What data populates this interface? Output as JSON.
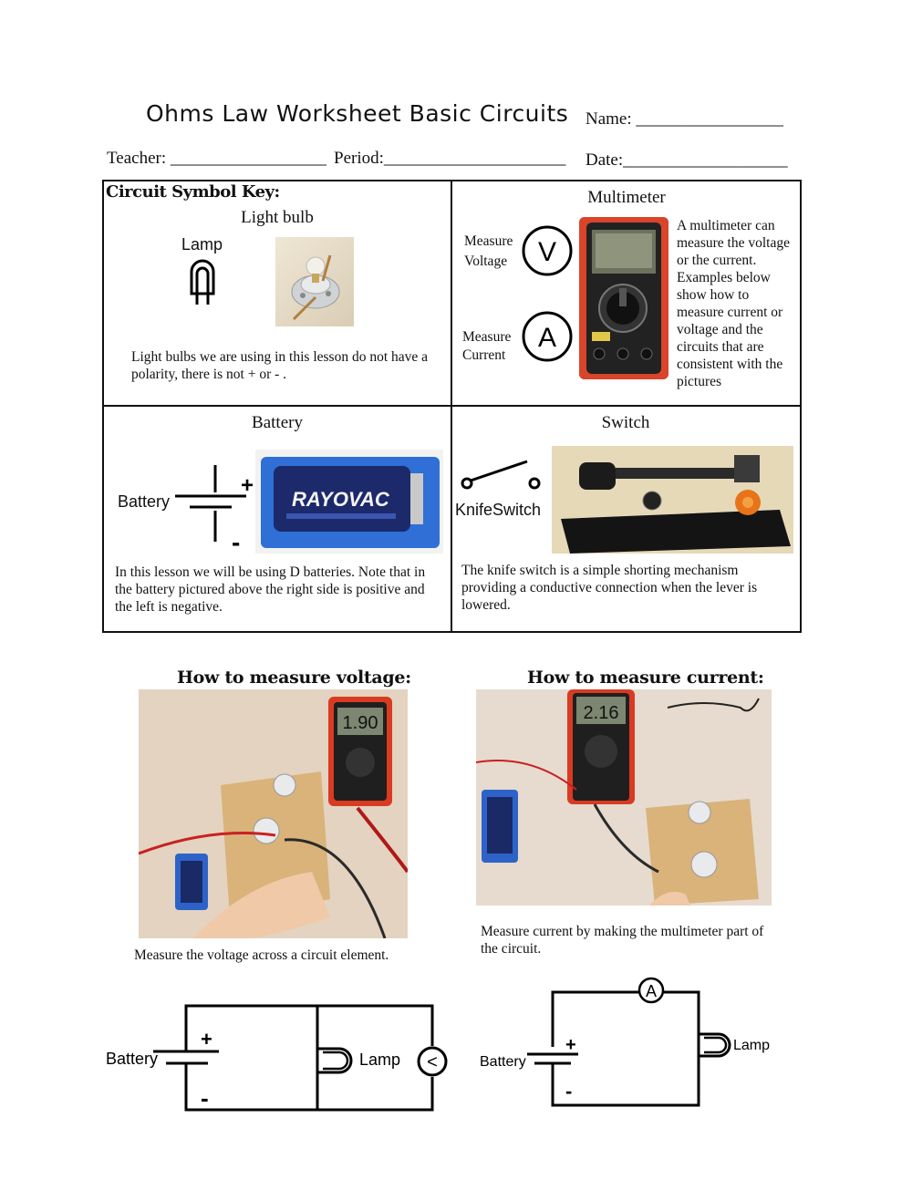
{
  "header": {
    "title": "Ohms Law Worksheet Basic Circuits",
    "name_label": "Name: _________________",
    "teacher_label": "Teacher: __________________",
    "period_label": "Period:_____________________",
    "date_label": "Date:___________________"
  },
  "key": {
    "heading": "Circuit Symbol Key:",
    "lightbulb": {
      "title": "Light bulb",
      "symbol_label": "Lamp",
      "text": "Light bulbs we are using in this lesson do not have a polarity, there is not + or - ."
    },
    "multimeter": {
      "title": "Multimeter",
      "voltage_label_1": "Measure",
      "voltage_label_2": "Voltage",
      "voltage_symbol": "V",
      "current_label_1": "Measure",
      "current_label_2": "Current",
      "current_symbol": "A",
      "text": "A multimeter can measure the voltage or the current. Examples below show how to measure current or voltage and the circuits that are consistent with the pictures"
    },
    "battery": {
      "title": "Battery",
      "symbol_label": "Battery",
      "plus": "+",
      "minus": "-",
      "brand": "RAYOVAC",
      "text": "In this lesson we will be using D batteries. Note that in the battery pictured above the right side is positive and the left is negative."
    },
    "switch": {
      "title": "Switch",
      "symbol_label": "KnifeSwitch",
      "text": "The knife switch is a simple shorting mechanism providing a conductive connection when the lever is lowered."
    }
  },
  "voltage_section": {
    "heading": "How to measure voltage:",
    "caption": "Measure the voltage across a circuit element.",
    "meter_reading": "1.90",
    "diagram": {
      "battery_label": "Battery",
      "plus": "+",
      "minus": "-",
      "lamp_label": "Lamp",
      "meter_symbol": "<"
    }
  },
  "current_section": {
    "heading": "How to measure current:",
    "caption": "Measure current by making the multimeter part of the circuit.",
    "meter_reading": "2.16",
    "diagram": {
      "battery_label": "Battery",
      "plus": "+",
      "minus": "-",
      "lamp_label": "Lamp",
      "meter_symbol": "A"
    }
  }
}
